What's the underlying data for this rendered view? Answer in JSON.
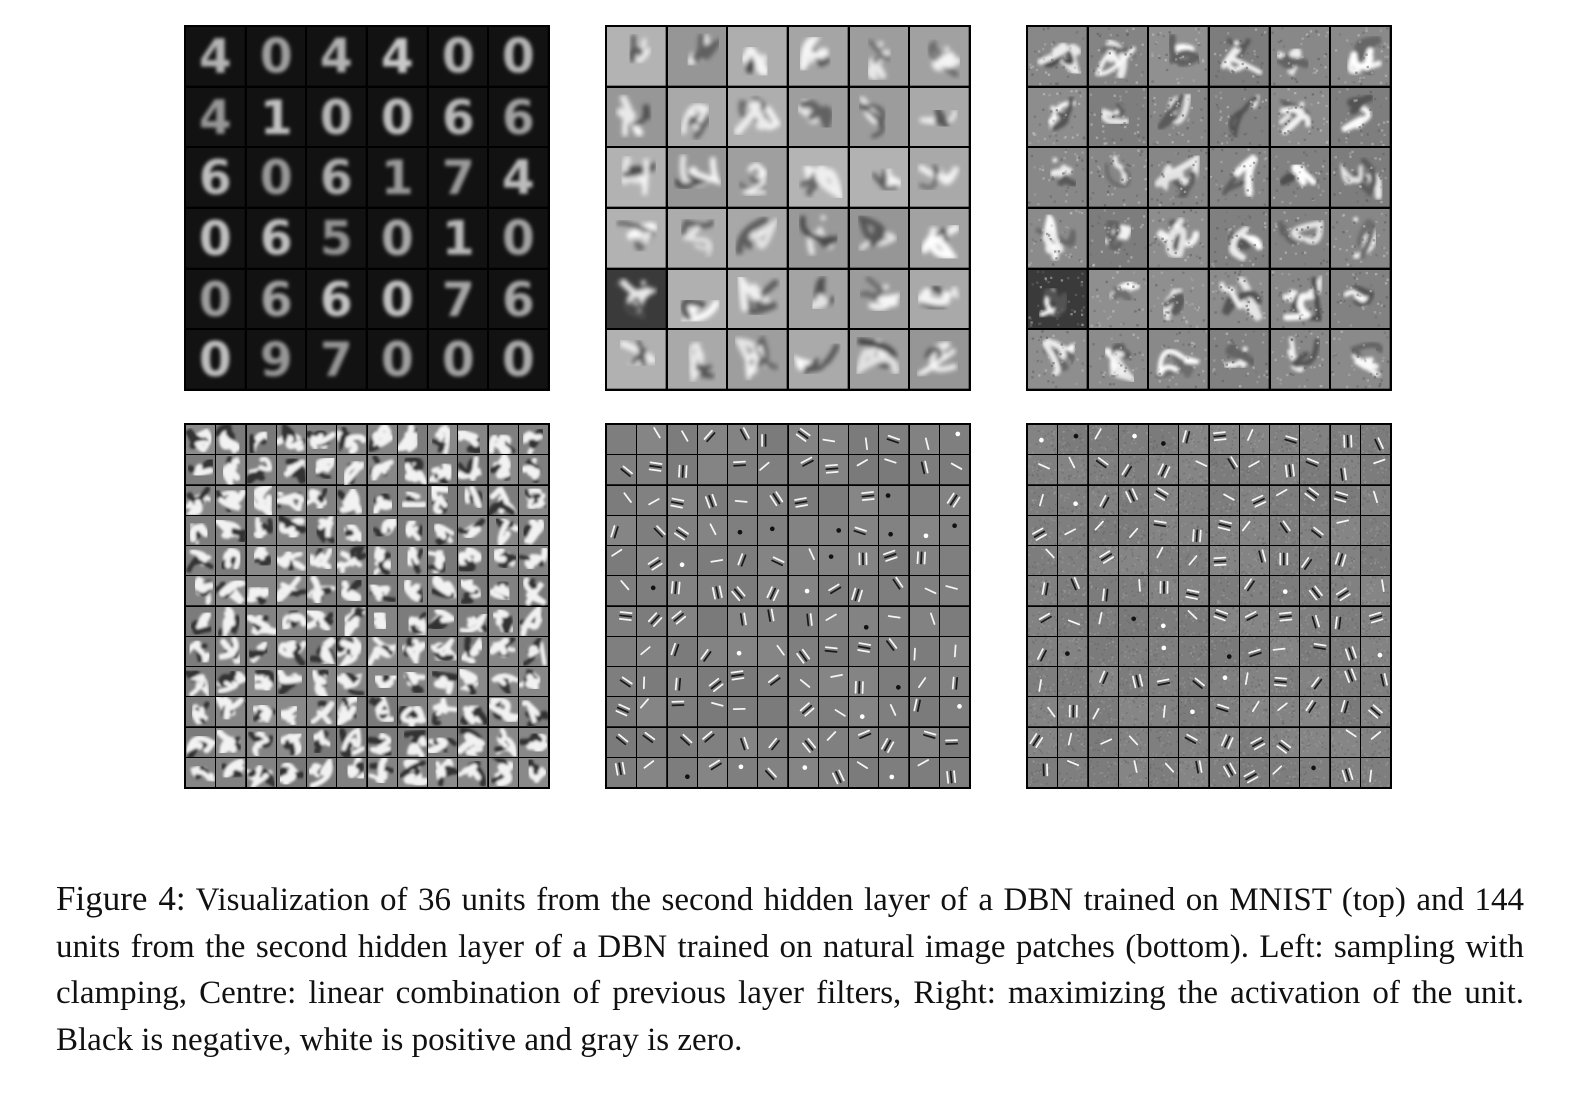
{
  "figure": {
    "label": "Figure 4:",
    "caption_text": "Visualization of 36 units from the second hidden layer of a DBN trained on MNIST (top) and 144 units from the second hidden layer of a DBN trained on natural image patches (bottom). Left: sampling with clamping, Centre: linear combination of previous layer filters, Right: maximizing the activation of the unit. Black is negative, white is positive and gray is zero."
  },
  "panels": [
    {
      "id": "p1",
      "kind": "digits",
      "grid": 6,
      "glyphs": [
        "4",
        "0",
        "4",
        "4",
        "0",
        "0",
        "4",
        "1",
        "0",
        "0",
        "6",
        "6",
        "6",
        "0",
        "6",
        "1",
        "7",
        "4",
        "0",
        "6",
        "5",
        "0",
        "1",
        "0",
        "0",
        "6",
        "6",
        "0",
        "7",
        "6",
        "0",
        "9",
        "7",
        "0",
        "0",
        "0"
      ]
    },
    {
      "id": "p2",
      "kind": "filters",
      "grid": 6
    },
    {
      "id": "p3",
      "kind": "filters-noisy",
      "grid": 6
    },
    {
      "id": "p4",
      "kind": "strokes",
      "grid": 12
    },
    {
      "id": "p5",
      "kind": "edges",
      "grid": 12
    },
    {
      "id": "p6",
      "kind": "edges-noisy",
      "grid": 12
    }
  ]
}
